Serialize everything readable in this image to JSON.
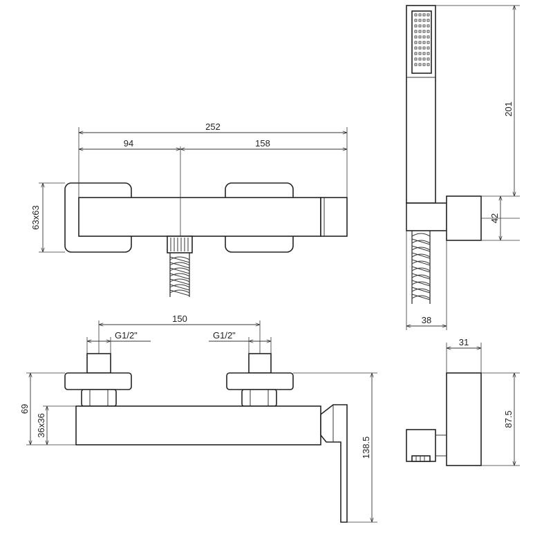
{
  "colors": {
    "line": "#222222",
    "background": "#ffffff"
  },
  "dimensions": {
    "front_total_width": "252",
    "front_left_width": "94",
    "front_right_width": "158",
    "front_cover_size": "63x63",
    "handshower_length": "201",
    "holder_height": "42",
    "holder_width": "38",
    "bottom_centers": "150",
    "inlet_thread_left": "G1/2\"",
    "inlet_thread_right": "G1/2\"",
    "bottom_height": "69",
    "body_section": "36x36",
    "total_height": "138.5",
    "bracket_depth": "31",
    "bracket_height": "87.5"
  }
}
